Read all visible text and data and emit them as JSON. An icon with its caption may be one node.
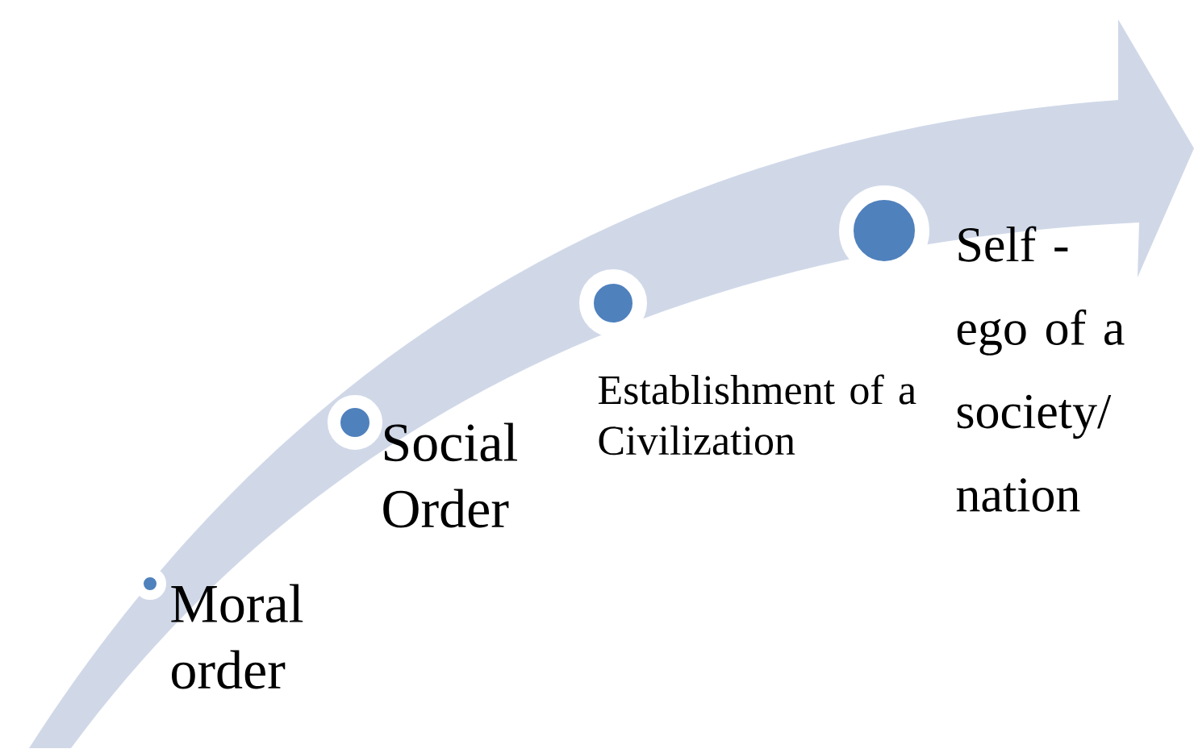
{
  "diagram": {
    "nodes": [
      {
        "text": [],
        "shape": "circle",
        "beside": [
          "Moral order"
        ]
      },
      {
        "text": [],
        "shape": "circle",
        "beside": [
          "Social Order"
        ]
      },
      {
        "text": [],
        "shape": "circle",
        "beside": [
          "Establishment of a Civilization"
        ]
      },
      {
        "text": [],
        "shape": "circle",
        "beside": [
          "Self -ego of a society/ nation"
        ]
      }
    ]
  }
}
